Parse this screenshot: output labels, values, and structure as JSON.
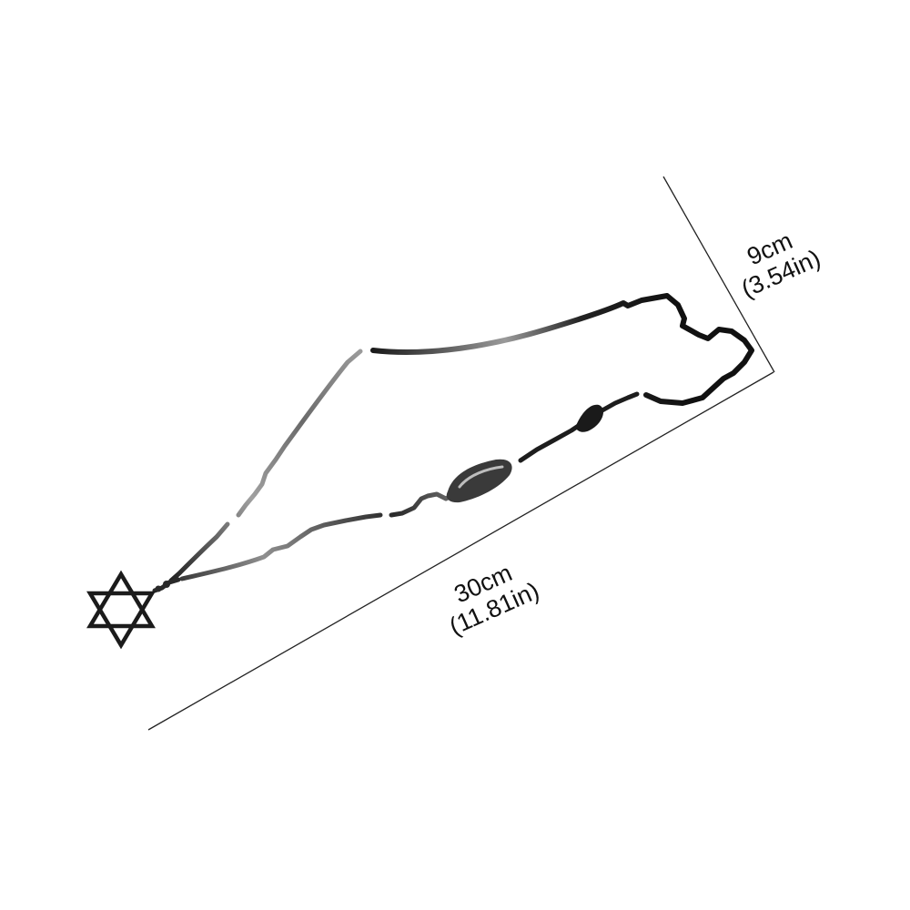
{
  "dimensions": {
    "length": {
      "metric": "30cm",
      "imperial": "(11.81in)"
    },
    "width": {
      "metric": "9cm",
      "imperial": "(3.54in)"
    }
  },
  "colors": {
    "outline_dark": "#111111",
    "outline_light": "#9a9a9a",
    "dimension_line": "#222222",
    "background": "#ffffff"
  },
  "icons": {
    "emblem": "star-of-david-icon"
  }
}
